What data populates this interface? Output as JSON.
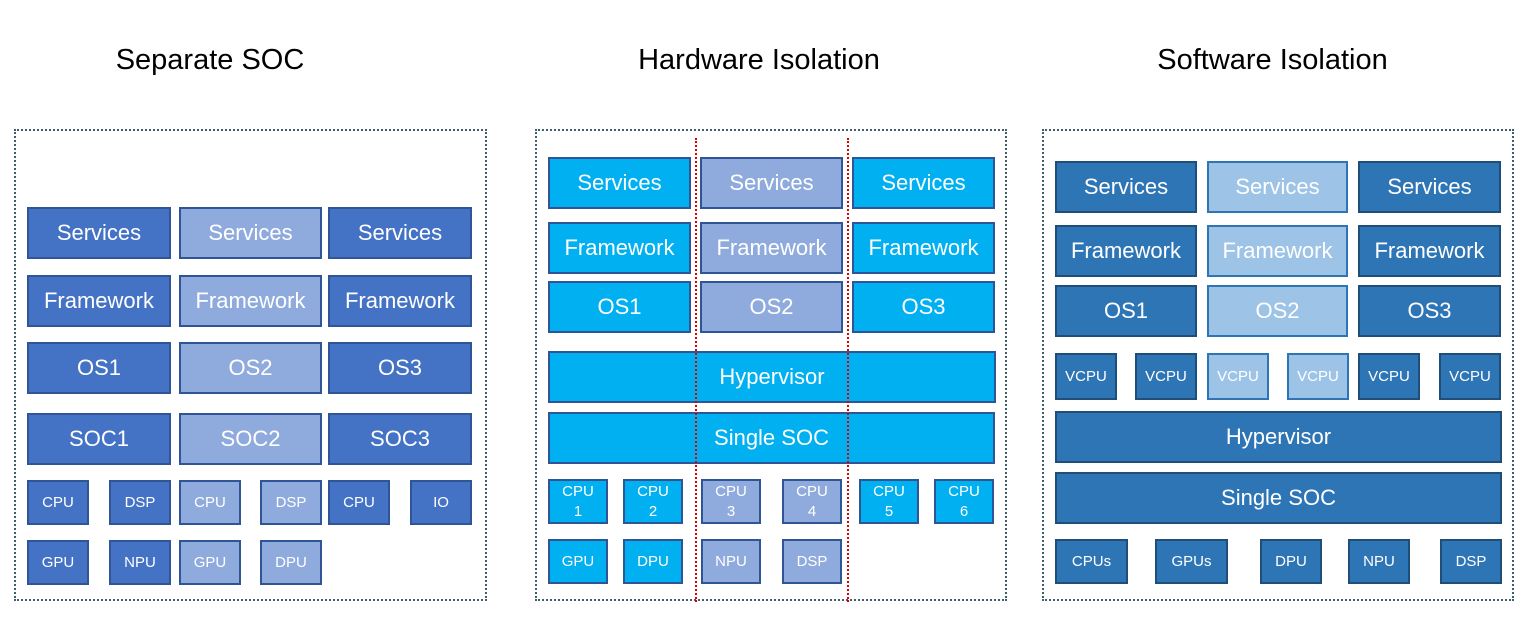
{
  "colors": {
    "dark_blue": "#4472c4",
    "light_blue": "#8faadc",
    "cyan": "#00b0f0",
    "steel_blue": "#2e75b6",
    "pale_blue": "#9dc3e6",
    "divider_red": "#e00000"
  },
  "separate_soc": {
    "title": "Separate SOC",
    "services": [
      "Services",
      "Services",
      "Services"
    ],
    "framework": [
      "Framework",
      "Framework",
      "Framework"
    ],
    "os": [
      "OS1",
      "OS2",
      "OS3"
    ],
    "soc": [
      "SOC1",
      "SOC2",
      "SOC3"
    ],
    "components": [
      "CPU",
      "DSP",
      "CPU",
      "DSP",
      "CPU",
      "IO",
      "GPU",
      "NPU",
      "GPU",
      "DPU"
    ]
  },
  "hardware_isolation": {
    "title": "Hardware Isolation",
    "services": [
      "Services",
      "Services",
      "Services"
    ],
    "framework": [
      "Framework",
      "Framework",
      "Framework"
    ],
    "os": [
      "OS1",
      "OS2",
      "OS3"
    ],
    "hypervisor": "Hypervisor",
    "single_soc": "Single SOC",
    "cpus": [
      "CPU\n1",
      "CPU\n2",
      "CPU\n3",
      "CPU\n4",
      "CPU\n5",
      "CPU\n6"
    ],
    "components": [
      "GPU",
      "DPU",
      "NPU",
      "DSP"
    ]
  },
  "software_isolation": {
    "title": "Software Isolation",
    "services": [
      "Services",
      "Services",
      "Services"
    ],
    "framework": [
      "Framework",
      "Framework",
      "Framework"
    ],
    "os": [
      "OS1",
      "OS2",
      "OS3"
    ],
    "vcpus": [
      "VCPU",
      "VCPU",
      "VCPU",
      "VCPU",
      "VCPU",
      "VCPU"
    ],
    "hypervisor": "Hypervisor",
    "single_soc": "Single SOC",
    "components": [
      "CPUs",
      "GPUs",
      "DPU",
      "NPU",
      "DSP"
    ]
  }
}
